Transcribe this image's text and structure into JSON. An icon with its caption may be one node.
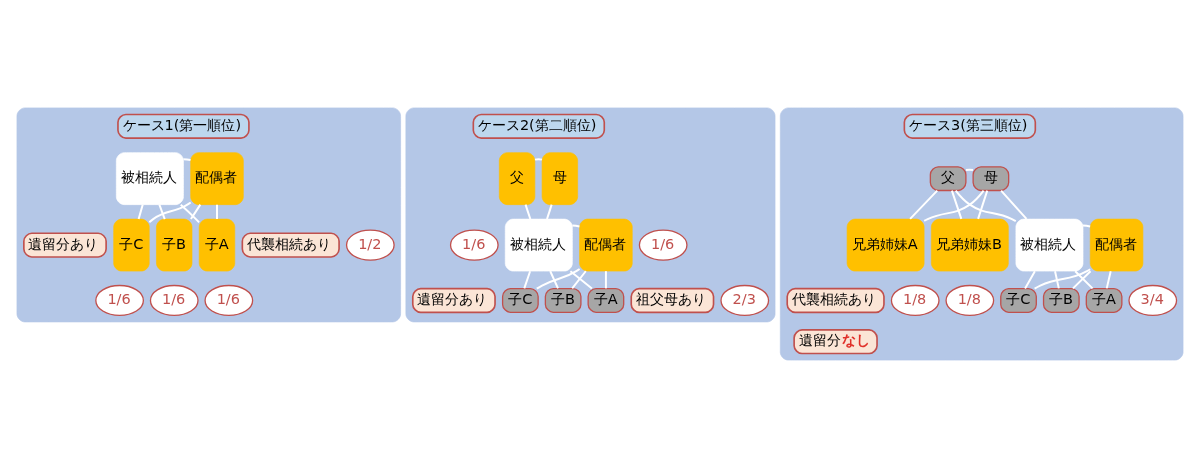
{
  "diagram": {
    "nodes": [
      {
        "text": [],
        "shape": "box"
      },
      {
        "text": [
          "ケース1(第一順位)"
        ],
        "in": 0
      },
      {
        "text": [
          "被相続人"
        ],
        "in": 0
      },
      {
        "text": [
          "配偶者"
        ],
        "in": 0
      },
      {
        "text": [
          "1/2"
        ],
        "in": 0
      },
      {
        "text": [
          "遺留分あり"
        ],
        "in": 0
      },
      {
        "text": [
          "子C"
        ],
        "in": 0
      },
      {
        "text": [
          "子B"
        ],
        "in": 0
      },
      {
        "text": [
          "子A"
        ],
        "in": 0
      },
      {
        "text": [
          "代襲相続あり"
        ],
        "in": 0
      },
      {
        "text": [
          "1/6"
        ],
        "in": 0
      },
      {
        "text": [
          "1/6"
        ],
        "in": 0
      },
      {
        "text": [
          "1/6"
        ],
        "in": 0
      },
      {
        "text": [],
        "shape": "box"
      },
      {
        "text": [
          "ケース2(第二順位)"
        ],
        "in": 13
      },
      {
        "text": [
          "父"
        ],
        "in": 13
      },
      {
        "text": [
          "母"
        ],
        "in": 13
      },
      {
        "text": [
          "1/6"
        ],
        "in": 13
      },
      {
        "text": [
          "1/6"
        ],
        "in": 13
      },
      {
        "text": [
          "被相続人"
        ],
        "in": 13
      },
      {
        "text": [
          "配偶者"
        ],
        "in": 13
      },
      {
        "text": [
          "遺留分あり"
        ],
        "in": 13
      },
      {
        "text": [
          "2/3"
        ],
        "in": 13
      },
      {
        "text": [
          "祖父母あり"
        ],
        "in": 13
      },
      {
        "text": [
          "子C"
        ],
        "in": 13
      },
      {
        "text": [
          "子B"
        ],
        "in": 13
      },
      {
        "text": [
          "子A"
        ],
        "in": 13
      },
      {
        "text": [],
        "shape": "box"
      },
      {
        "text": [
          "ケース3(第三順位)"
        ],
        "in": 27
      },
      {
        "text": [
          "父"
        ],
        "in": 27
      },
      {
        "text": [
          "母"
        ],
        "in": 27
      },
      {
        "text": [
          "兄弟姉妹A"
        ],
        "in": 27
      },
      {
        "text": [
          "兄弟姉妹B"
        ],
        "in": 27
      },
      {
        "text": [
          "被相続人"
        ],
        "in": 27
      },
      {
        "text": [
          "配偶者"
        ],
        "in": 27
      },
      {
        "text": [
          "1/8"
        ],
        "in": 27
      },
      {
        "text": [
          "1/8"
        ],
        "in": 27
      },
      {
        "text": [
          "3/4"
        ],
        "in": 27
      },
      {
        "text": [
          "代襲相続あり"
        ],
        "in": 27
      },
      {
        "text": [
          "子C"
        ],
        "in": 27
      },
      {
        "text": [
          "子B"
        ],
        "in": 27
      },
      {
        "text": [
          "子A"
        ],
        "in": 27
      },
      {
        "text": [
          "遺留分**なし**"
        ],
        "in": 27
      }
    ],
    "edges": [
      {
        "from": 2,
        "to": 3,
        "arrow": "none"
      },
      {
        "from": 2,
        "to": 6,
        "arrow": "none"
      },
      {
        "from": 2,
        "to": 7,
        "arrow": "none"
      },
      {
        "from": 2,
        "to": 8,
        "arrow": "none"
      },
      {
        "from": 3,
        "to": 6,
        "arrow": "none"
      },
      {
        "from": 3,
        "to": 7,
        "arrow": "none"
      },
      {
        "from": 3,
        "to": 8,
        "arrow": "none"
      },
      {
        "from": 15,
        "to": 16,
        "arrow": "none"
      },
      {
        "from": 15,
        "to": 19,
        "arrow": "none"
      },
      {
        "from": 16,
        "to": 19,
        "arrow": "none"
      },
      {
        "from": 19,
        "to": 20,
        "arrow": "none"
      },
      {
        "from": 19,
        "to": 24,
        "arrow": "none"
      },
      {
        "from": 19,
        "to": 25,
        "arrow": "none"
      },
      {
        "from": 19,
        "to": 26,
        "arrow": "none"
      },
      {
        "from": 20,
        "to": 24,
        "arrow": "none"
      },
      {
        "from": 20,
        "to": 25,
        "arrow": "none"
      },
      {
        "from": 20,
        "to": 26,
        "arrow": "none"
      },
      {
        "from": 29,
        "to": 30,
        "arrow": "none"
      },
      {
        "from": 29,
        "to": 31,
        "arrow": "none"
      },
      {
        "from": 29,
        "to": 32,
        "arrow": "none"
      },
      {
        "from": 29,
        "to": 33,
        "arrow": "none"
      },
      {
        "from": 30,
        "to": 31,
        "arrow": "none"
      },
      {
        "from": 30,
        "to": 32,
        "arrow": "none"
      },
      {
        "from": 30,
        "to": 33,
        "arrow": "none"
      },
      {
        "from": 33,
        "to": 34,
        "arrow": "none"
      },
      {
        "from": 33,
        "to": 39,
        "arrow": "none"
      },
      {
        "from": 33,
        "to": 40,
        "arrow": "none"
      },
      {
        "from": 33,
        "to": 41,
        "arrow": "none"
      },
      {
        "from": 34,
        "to": 39,
        "arrow": "none"
      },
      {
        "from": 34,
        "to": 40,
        "arrow": "none"
      },
      {
        "from": 34,
        "to": 41,
        "arrow": "none"
      }
    ]
  }
}
